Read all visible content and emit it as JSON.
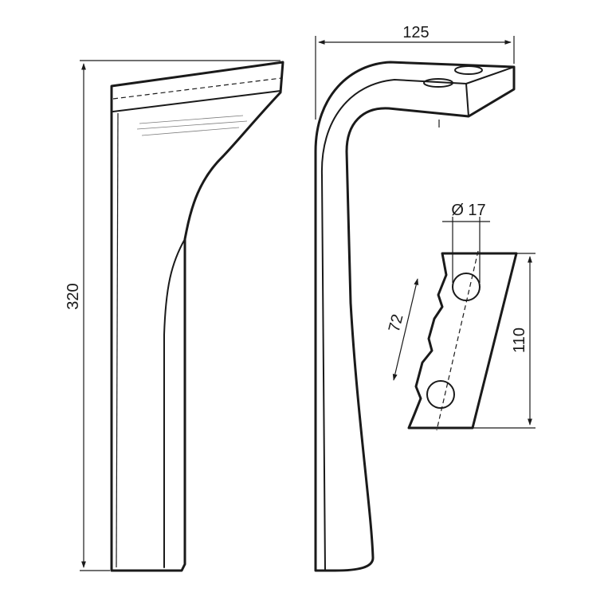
{
  "dimensions": {
    "height_label": "320",
    "width_label": "125",
    "hole_diameter_label": "Ø 17",
    "hole_spacing_label": "72",
    "flange_height_label": "110"
  },
  "colors": {
    "line": "#1a1a1a",
    "background": "#ffffff"
  }
}
